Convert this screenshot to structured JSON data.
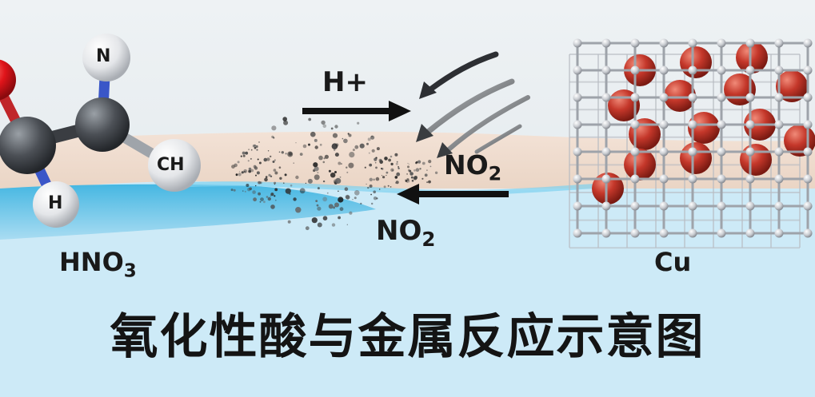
{
  "labels": {
    "h_plus": "H+",
    "no2_upper": {
      "base": "NO",
      "subscript": "2"
    },
    "no2_lower": {
      "base": "NO",
      "subscript": "2"
    },
    "hno3": {
      "base": "HNO",
      "subscript": "3"
    },
    "cu": "Cu"
  },
  "molecule_atoms": {
    "n": "N",
    "h": "H",
    "ch": "CH"
  },
  "caption": "氧化性酸与金属反应示意图",
  "colors": {
    "water": "#5cc3e6",
    "copper_atom": "#c0392b",
    "lattice": "#b8bcc2",
    "carbon": "#4a4d52",
    "oxygen": "#d9181c",
    "nitrogen_bond": "#3a56c8"
  },
  "icons": [
    "arrow-right-icon",
    "arrow-left-icon",
    "curved-arrow-icon",
    "molecule-model-icon",
    "copper-lattice-icon",
    "particle-cloud-icon"
  ]
}
